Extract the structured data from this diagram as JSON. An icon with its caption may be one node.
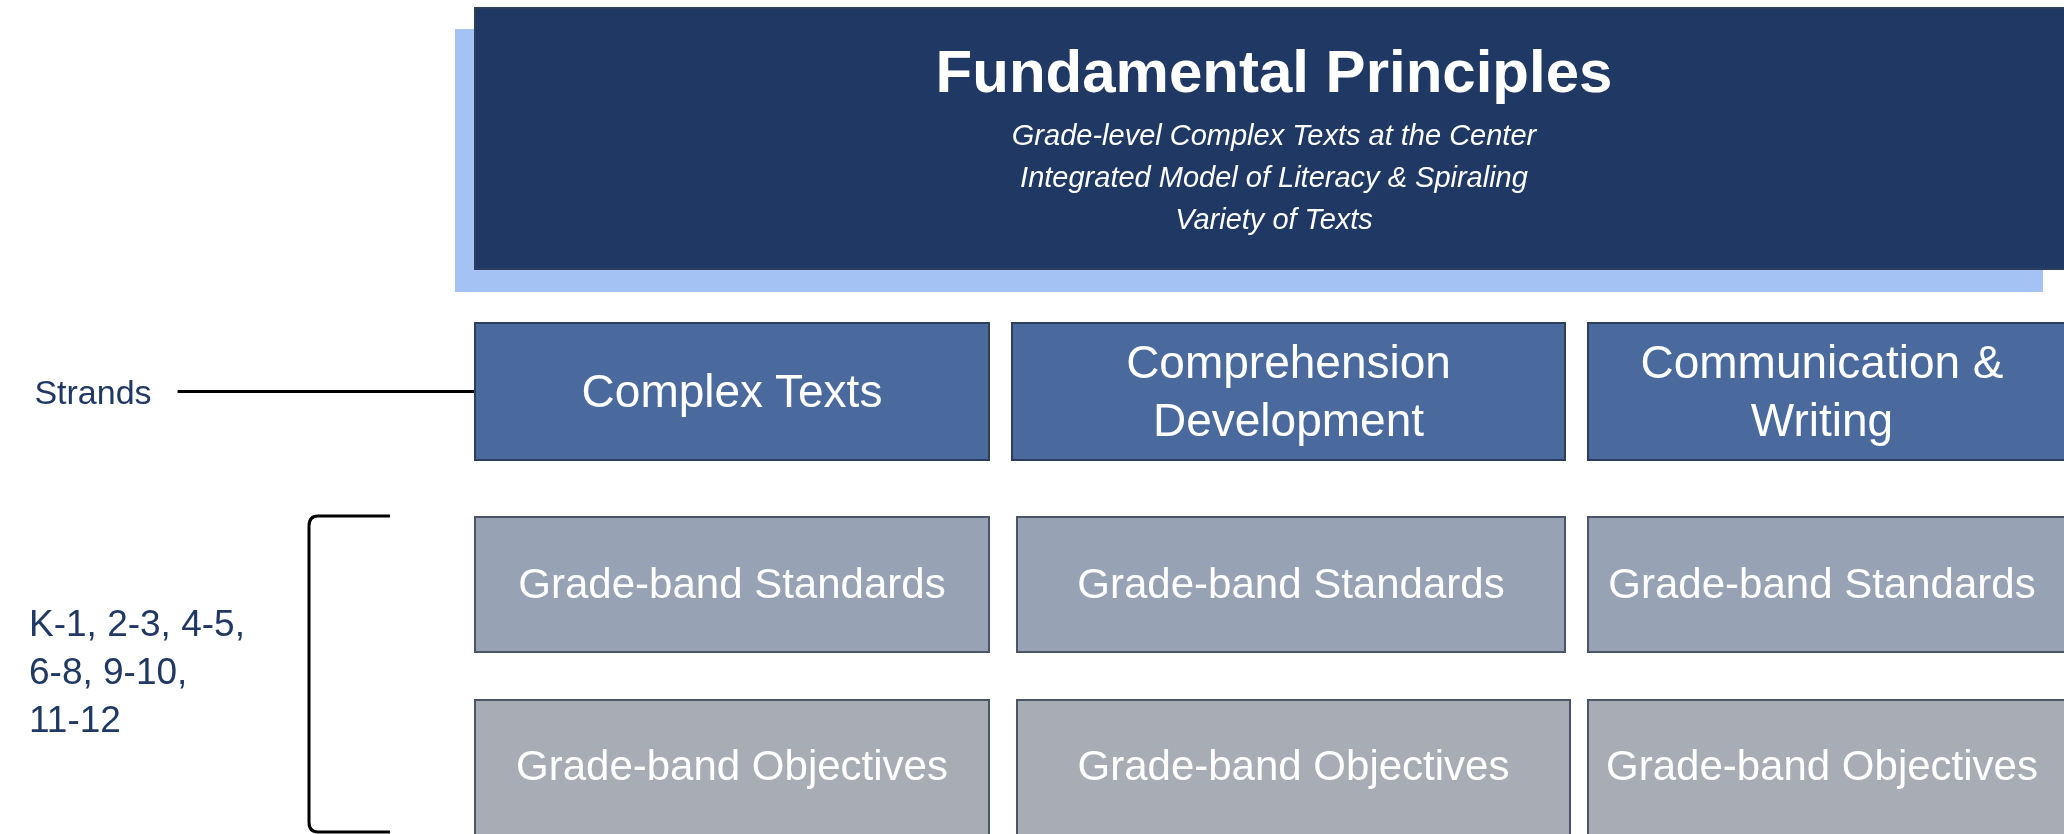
{
  "diagram": {
    "nodes": [
      {
        "text": [
          "Fundamental Principles",
          "Grade-level Complex Texts at the Center",
          "Integrated Model of Literacy & Spiraling",
          "Variety of Texts"
        ]
      },
      {
        "text": [
          "Strands"
        ]
      },
      {
        "text": [
          "Complex Texts"
        ]
      },
      {
        "text": [
          "Comprehension Development"
        ]
      },
      {
        "text": [
          "Communication & Writing"
        ]
      },
      {
        "text": [
          "Grade-band Standards"
        ]
      },
      {
        "text": [
          "Grade-band Standards"
        ]
      },
      {
        "text": [
          "Grade-band Standards"
        ]
      },
      {
        "text": [
          "Grade-band Objectives"
        ]
      },
      {
        "text": [
          "Grade-band Objectives"
        ]
      },
      {
        "text": [
          "Grade-band Objectives"
        ]
      }
    ],
    "edges": [
      {
        "from": 1,
        "to": 2,
        "arrow": "none"
      }
    ],
    "labels": [
      "K-1, 2-3, 4-5, 6-8, 9-10, 11-12"
    ]
  }
}
